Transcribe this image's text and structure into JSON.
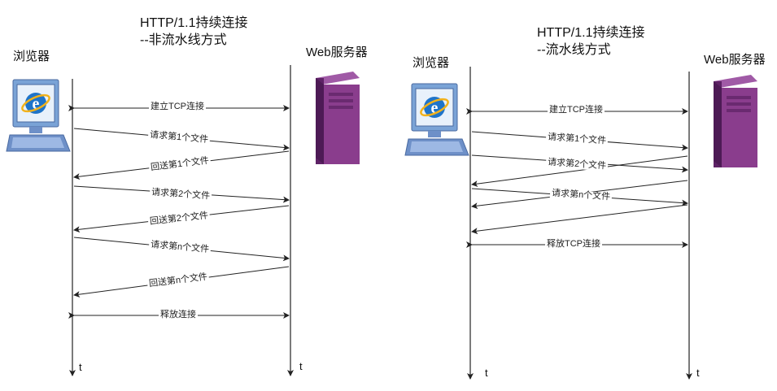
{
  "left": {
    "title_line1": "HTTP/1.1持续连接",
    "title_line2": "--非流水线方式",
    "client_label": "浏览器",
    "server_label": "Web服务器",
    "time_client": "t",
    "time_server": "t",
    "messages": {
      "connect": "建立TCP连接",
      "req1": "请求第1个文件",
      "resp1": "回送第1个文件",
      "req2": "请求第2个文件",
      "resp2": "回送第2个文件",
      "reqn": "请求第n个文件",
      "respn": "回送第n个文件",
      "release": "释放连接"
    }
  },
  "right": {
    "title_line1": "HTTP/1.1持续连接",
    "title_line2": "--流水线方式",
    "client_label": "浏览器",
    "server_label": "Web服务器",
    "time_client": "t",
    "time_server": "t",
    "messages": {
      "connect": "建立TCP连接",
      "req1": "请求第1个文件",
      "req2": "请求第2个文件",
      "reqn": "请求第n个文件",
      "release": "释放TCP连接"
    }
  },
  "colors": {
    "line": "#222222",
    "server_front": "#8a3d8d",
    "server_side": "#5e2266",
    "monitor_blue": "#7aa3d6",
    "ie_blue": "#1f74c9",
    "ie_ring": "#f2b21b"
  },
  "icons": {
    "client": "computer-ie-icon",
    "server": "server-tower-icon"
  }
}
